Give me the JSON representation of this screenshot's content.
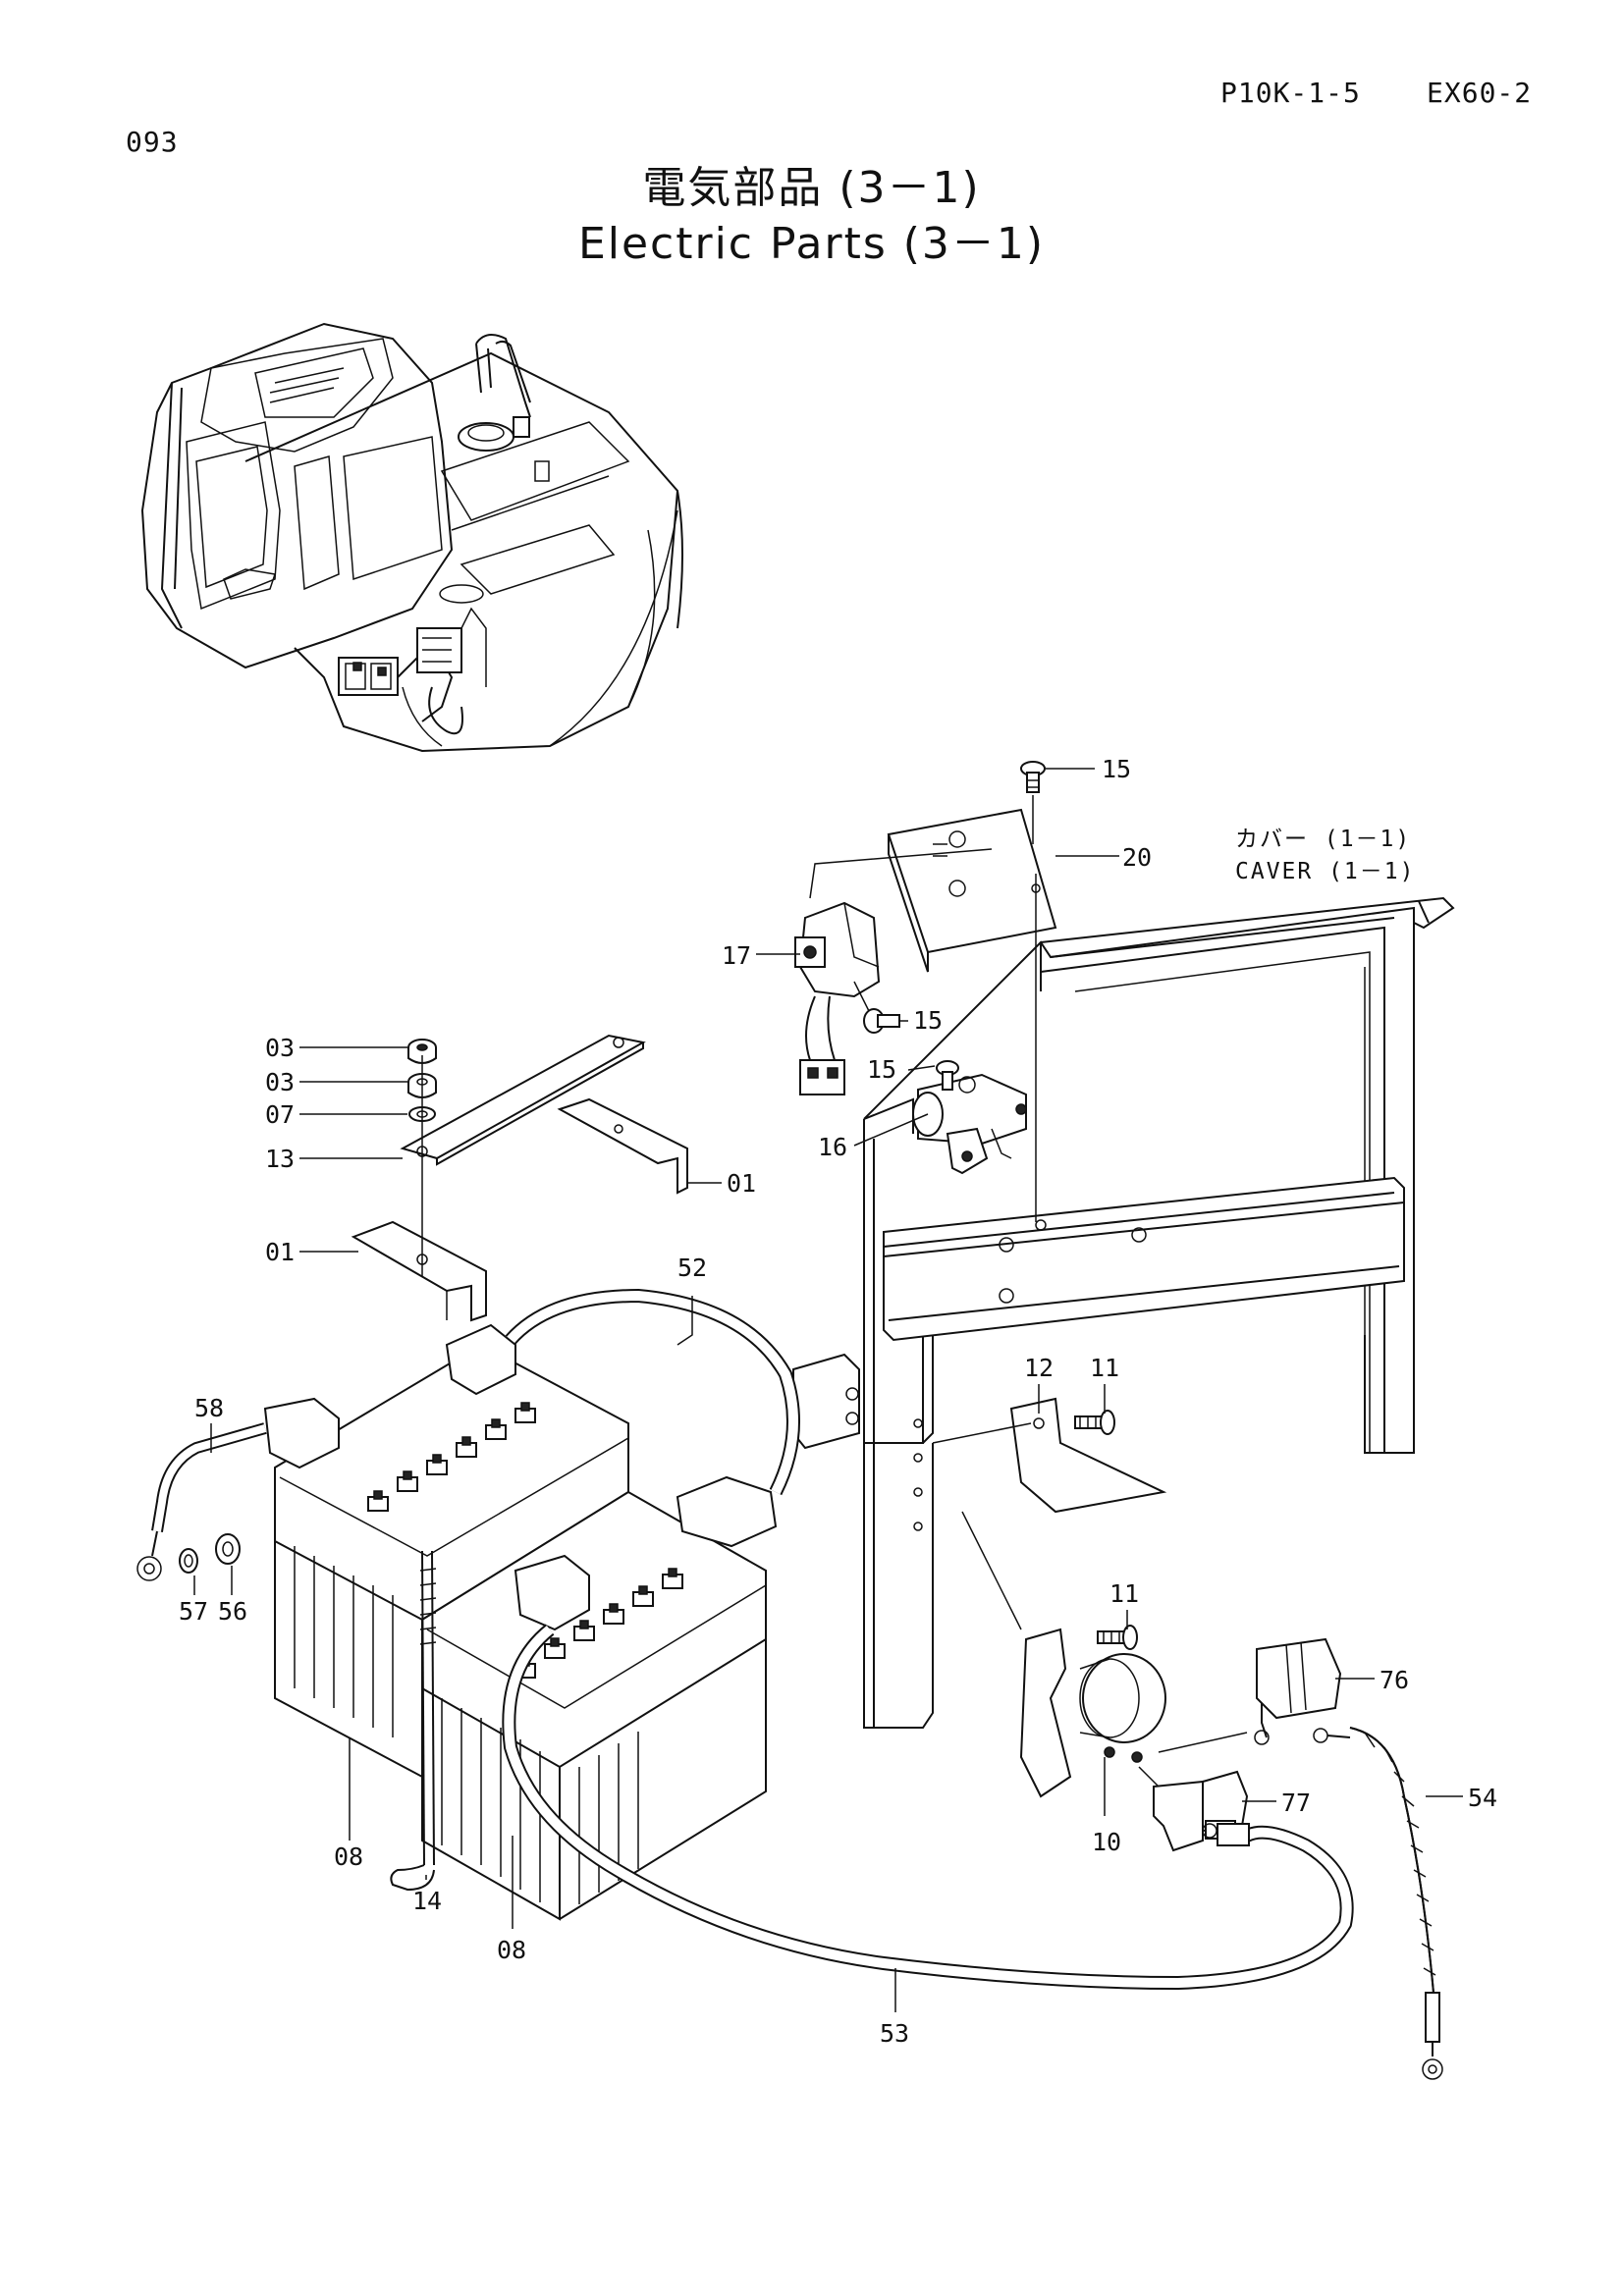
{
  "header": {
    "ref_left": "P10K-1-5",
    "ref_right": "EX60-2",
    "page_number": "093"
  },
  "title": {
    "japanese": "電気部品 (3－1)",
    "english": "Electric Parts (3－1)"
  },
  "cover_note": {
    "japanese": "カバー (1－1)",
    "english": "CAVER (1－1)"
  },
  "callouts": [
    "15",
    "20",
    "17",
    "15",
    "15",
    "16",
    "03",
    "03",
    "07",
    "13",
    "01",
    "01",
    "52",
    "58",
    "57",
    "56",
    "12",
    "11",
    "11",
    "76",
    "77",
    "54",
    "10",
    "14",
    "08",
    "08",
    "53"
  ]
}
